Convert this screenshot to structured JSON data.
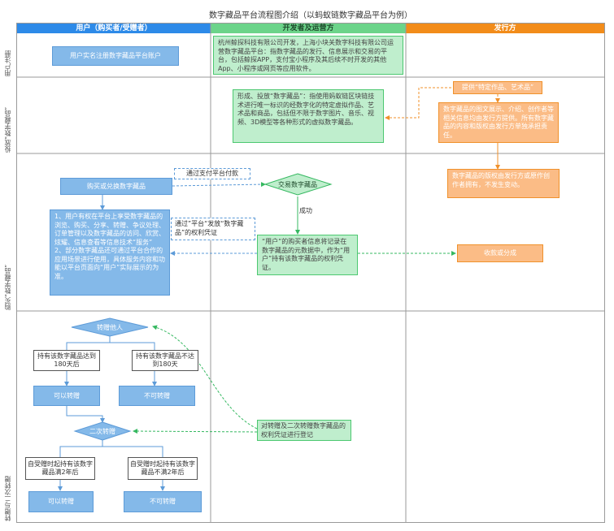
{
  "title": "数字藏品平台流程图介绍（以蚂蚁链数字藏品平台为例）",
  "lanes": {
    "user": "用户（购买者/受赠者）",
    "developer": "开发者及运营方",
    "issuer": "发行方"
  },
  "rows": {
    "register": "用户注册",
    "issue": "投放“数字藏品”",
    "buy": "购买“数字藏品”",
    "gift": "转赠与二次转赠"
  },
  "nodes": {
    "user_register": "用户实名注册数字藏品平台账户",
    "developer_intro": "杭州鲸探科技有限公司开发，上海小块关数字科技有限公司运营数字藏品平台：指数字藏品的发行、信息展示和交易的平台，包括鲸探APP，支付宝小程序及其后续不时开发的其他App、小程序或网页等应用软件。",
    "issuer_provide": "提供“特定作品、艺术品”",
    "issuer_rights": "数字藏品的图文展示、介绍、创作者等相关信息均由发行方提供。所有数字藏品的内容和版权由发行方单独承担责任。",
    "developer_form": "形成、投放“数字藏品”：指使用蚂蚁链区块链技术进行唯一标识的经数字化的特定虚拟作品、艺术品和商品，包括但不限于数字图片、音乐、视频、3D模型等各种形式的虚拟数字藏品。",
    "buy": "购买或兑换数字藏品",
    "pay_via": "通过支付平台付款",
    "trade": "交易数字藏品",
    "success": "成功",
    "via_platform": "通过”平台“发放“数字藏品”的权利凭证",
    "user_rights": "1、用户有权在平台上享受数字藏品的浏览、购买、分享、转赠、争议处理、订单管理以及数字藏品的访问、欣赏、炫耀、信息查看等信息技术“服务”\n2、部分数字藏品还可通过平台合作的应用场景进行使用，具体服务内容和功能以平台页面向“用户”实际展示的为准。",
    "record": "“用户”的购买者信息将记录在数字藏品的元数据中，作为“用户”持有该数字藏品的权利凭证。",
    "copyright": "数字藏品的版权由发行方或原作创作者拥有，不发生变动。",
    "revenue": "收款或分成",
    "gift": "转赠他人",
    "hold_180": "持有该数字藏品达到180天后",
    "hold_less_180": "持有该数字藏品不达到180天",
    "can_gift_1": "可以转赠",
    "cannot_gift_1": "不可转赠",
    "second_gift": "二次转赠",
    "register_gift": "对转赠及二次转赠数字藏品的权利凭证进行登记",
    "hold_2y": "自受赠时起持有该数字藏品满2年后",
    "hold_less_2y": "自受赠时起持有该数字藏品不满2年后",
    "can_gift_2": "可以转赠",
    "cannot_gift_2": "不可转赠"
  },
  "colors": {
    "user_lane": "#2d8ae8",
    "developer_lane": "#6cd48a",
    "issuer_lane": "#f28c1a",
    "blue_box": "#84b9e9",
    "green_box": "#bfeecd",
    "orange_box": "#fbbc86"
  }
}
